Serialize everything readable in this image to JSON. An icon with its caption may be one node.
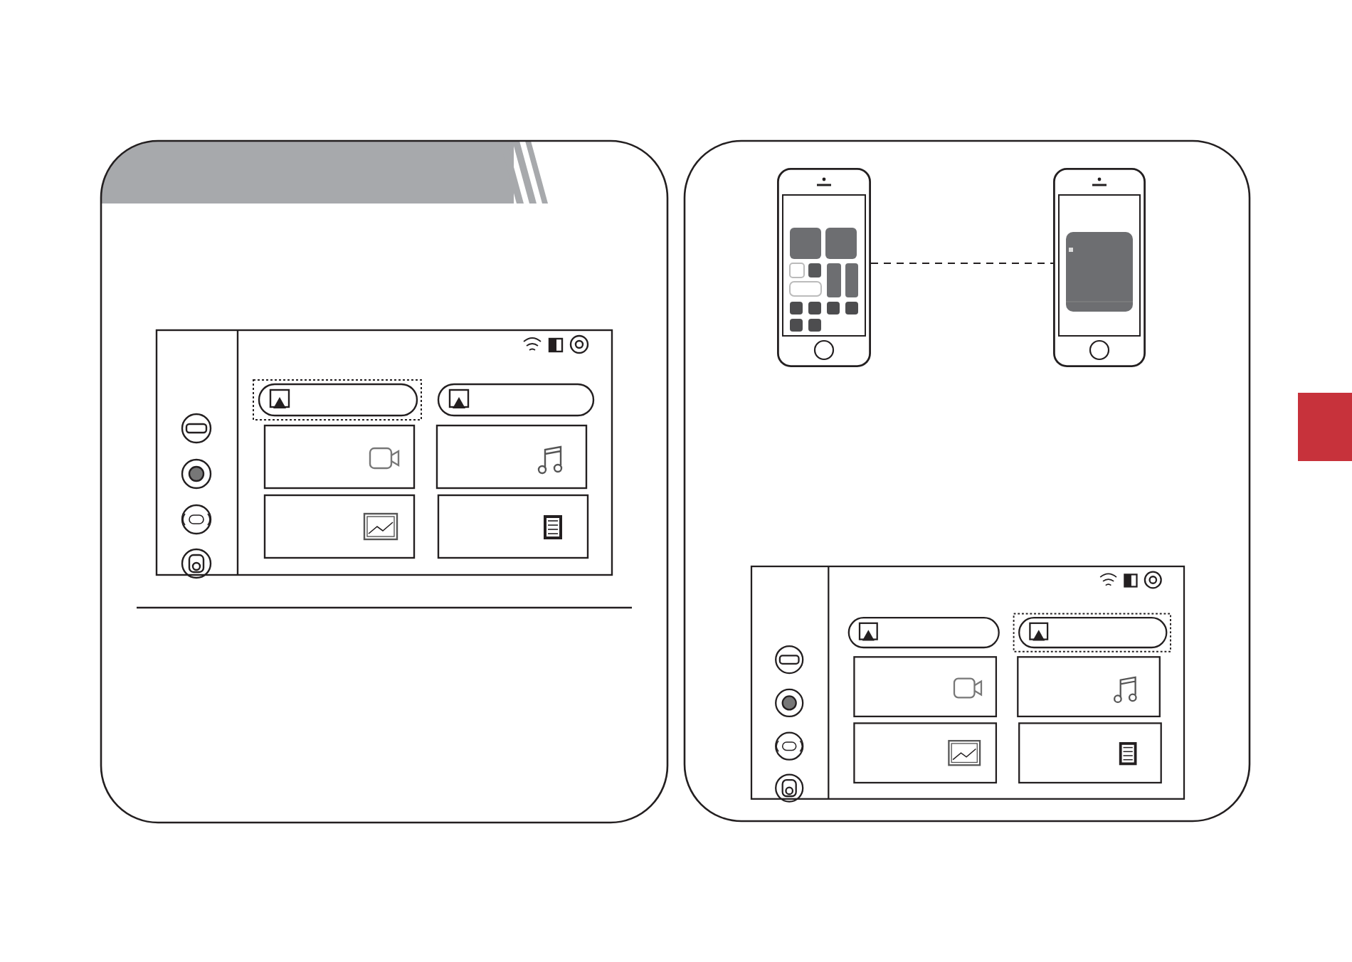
{
  "diagram": {
    "nodes": [
      {
        "text": [],
        "shape": "phone"
      },
      {
        "text": [],
        "shape": "phone"
      }
    ],
    "edges": [
      {
        "from": 0,
        "to": 1,
        "arrow": "none",
        "style": "dashed"
      }
    ]
  }
}
